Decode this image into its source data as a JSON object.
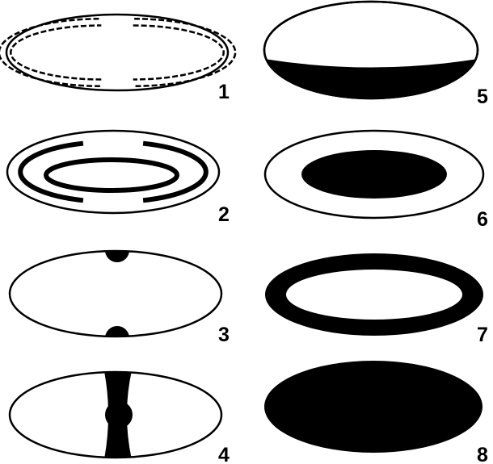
{
  "colors": {
    "ink": "#000000",
    "paper": "#ffffff"
  },
  "panels": [
    {
      "number": "1",
      "pattern": "dashed-double-ring-with-gaps"
    },
    {
      "number": "2",
      "pattern": "solid-ring-with-gaps-and-inner-ring"
    },
    {
      "number": "3",
      "pattern": "two-polar-dots"
    },
    {
      "number": "4",
      "pattern": "central-band-with-dot"
    },
    {
      "number": "5",
      "pattern": "bottom-cap"
    },
    {
      "number": "6",
      "pattern": "central-filled-ellipse"
    },
    {
      "number": "7",
      "pattern": "thick-peripheral-ring"
    },
    {
      "number": "8",
      "pattern": "fully-filled"
    }
  ]
}
